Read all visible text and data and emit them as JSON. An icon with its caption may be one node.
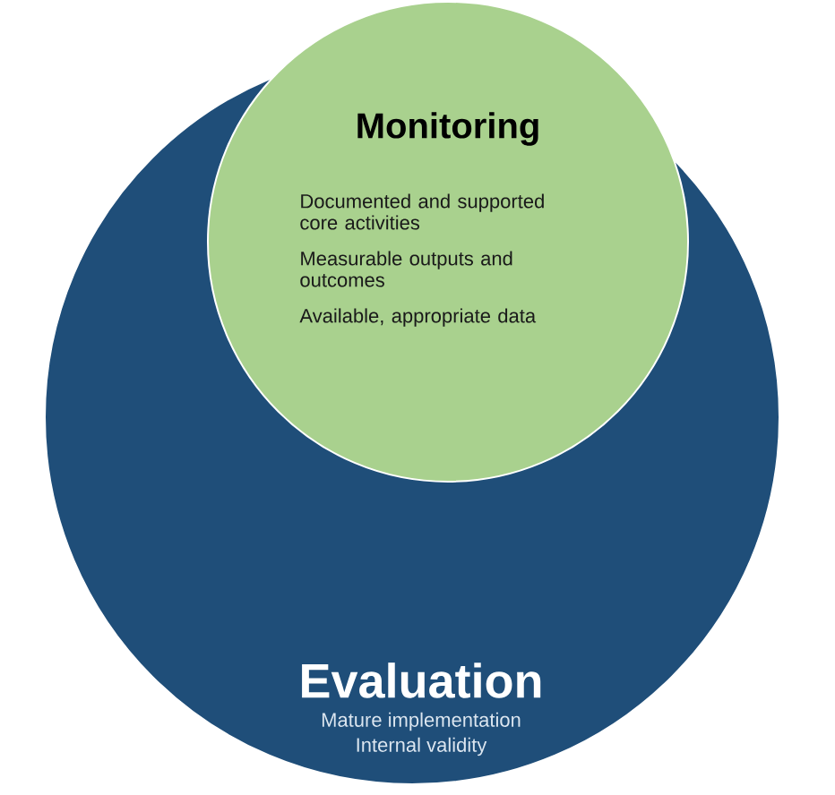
{
  "diagram": {
    "nodes": [
      {
        "text": [
          "Evaluation",
          "Mature implementation",
          "Internal validity"
        ]
      },
      {
        "text": [
          "Monitoring",
          "Documented and supported core activities",
          "Measurable outputs and outcomes",
          "Available, appropriate data"
        ],
        "in": 0
      }
    ]
  }
}
